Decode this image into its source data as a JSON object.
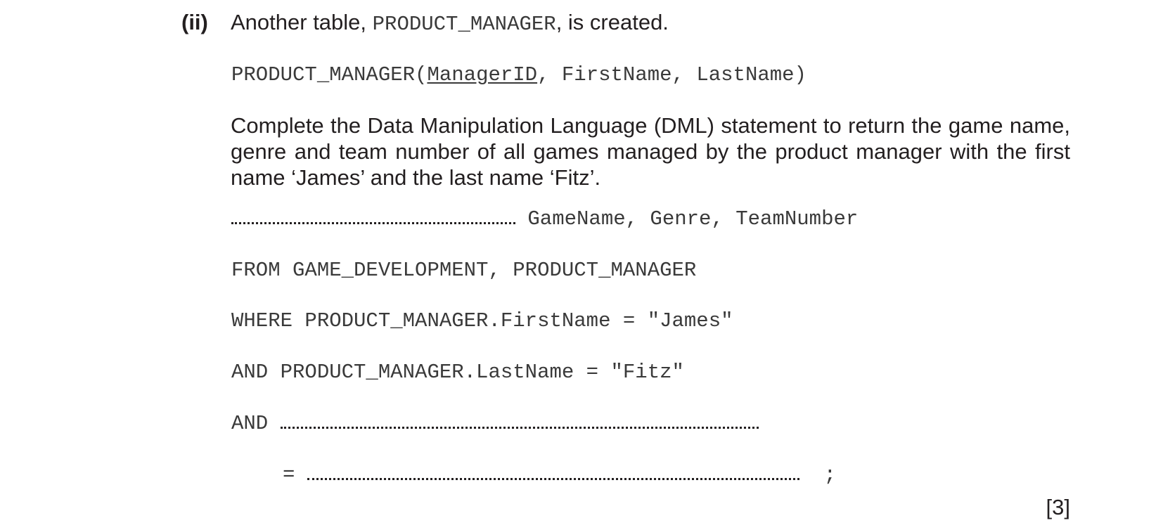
{
  "question": {
    "number": "(ii)",
    "intro_text": "Another table, ",
    "intro_code": "PRODUCT_MANAGER",
    "intro_end": ", is created.",
    "schema": {
      "table": "PRODUCT_MANAGER(",
      "primary_key": "ManagerID",
      "rest": ", FirstName, LastName)"
    },
    "instructions": "Complete the Data Manipulation Language (DML) statement to return the game name, genre and team number of all games managed by the product manager with the first name ‘James’ and the last name ‘Fitz’.",
    "sql": {
      "select_fields": "GameName, Genre, TeamNumber",
      "from_line": "FROM GAME_DEVELOPMENT, PRODUCT_MANAGER",
      "where_line": "WHERE PRODUCT_MANAGER.FirstName = \"James\"",
      "and_line": "AND PRODUCT_MANAGER.LastName = \"Fitz\"",
      "and_blank_prefix": "AND",
      "equals": "=",
      "terminator": ";"
    },
    "marks": "[3]"
  }
}
